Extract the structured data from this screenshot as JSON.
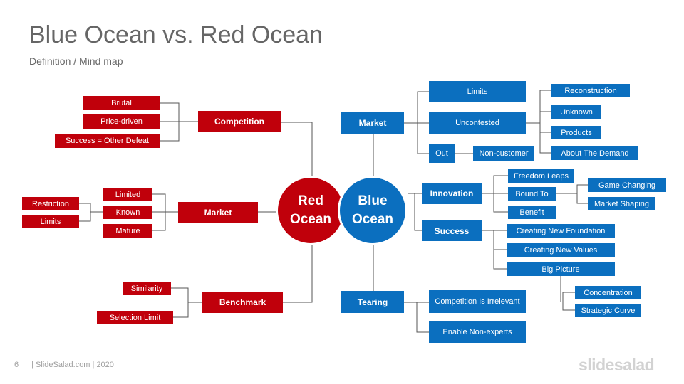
{
  "title": "Blue Ocean vs. Red Ocean",
  "subtitle": "Definition / Mind map",
  "centers": {
    "red": "Red\nOcean",
    "blue": "Blue\nOcean"
  },
  "red": {
    "competition": {
      "label": "Competition",
      "items": [
        "Brutal",
        "Price-driven",
        "Success = Other Defeat"
      ]
    },
    "market": {
      "label": "Market",
      "items": [
        "Limited",
        "Known",
        "Mature"
      ],
      "known_items": [
        "Restriction",
        "Limits"
      ]
    },
    "benchmark": {
      "label": "Benchmark",
      "items": [
        "Similarity",
        "Selection Limit"
      ]
    }
  },
  "blue": {
    "market": {
      "label": "Market",
      "limits": "Limits",
      "uncontested": "Uncontested",
      "uncontested_items": [
        "Reconstruction",
        "Unknown",
        "Products",
        "About The Demand"
      ],
      "out": "Out",
      "non_customer": "Non-customer"
    },
    "innovation": {
      "label": "Innovation",
      "items": [
        "Freedom Leaps",
        "Bound To",
        "Benefit"
      ],
      "bound_items": [
        "Game Changing",
        "Market Shaping"
      ]
    },
    "success": {
      "label": "Success",
      "items": [
        "Creating New Foundation",
        "Creating New Values",
        "Big Picture"
      ],
      "big_picture_items": [
        "Concentration",
        "Strategic Curve"
      ]
    },
    "tearing": {
      "label": "Tearing",
      "items": [
        "Competition Is Irrelevant",
        "Enable Non-experts"
      ]
    }
  },
  "footer": {
    "page": "6",
    "text": "| SlideSalad.com | 2020"
  },
  "logo": "slidesalad",
  "colors": {
    "red": "#c0000b",
    "blue": "#0b6fbf",
    "line": "#555555"
  }
}
